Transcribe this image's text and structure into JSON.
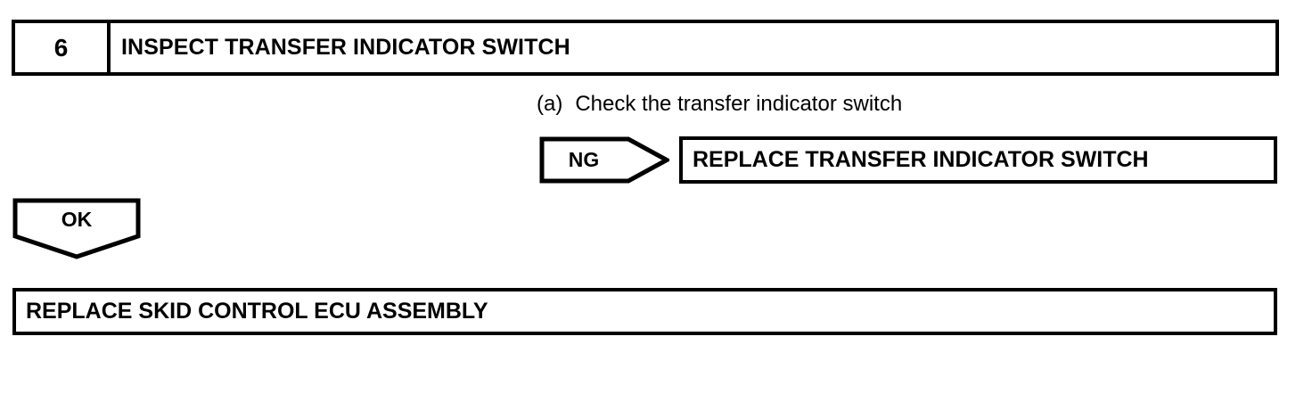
{
  "diagram": {
    "type": "diagnostic-flowchart",
    "colors": {
      "line": "#000000",
      "background": "#ffffff",
      "text": "#000000"
    },
    "step": {
      "number": "6",
      "title": "INSPECT TRANSFER INDICATOR SWITCH"
    },
    "instruction": {
      "marker": "(a)",
      "text": "Check the transfer indicator switch"
    },
    "branches": [
      {
        "label": "NG",
        "direction": "right",
        "target": "REPLACE TRANSFER INDICATOR SWITCH"
      },
      {
        "label": "OK",
        "direction": "down",
        "target": "REPLACE SKID CONTROL ECU ASSEMBLY"
      }
    ],
    "ng_result": "REPLACE TRANSFER INDICATOR SWITCH",
    "ok_result": "REPLACE SKID CONTROL ECU ASSEMBLY"
  }
}
